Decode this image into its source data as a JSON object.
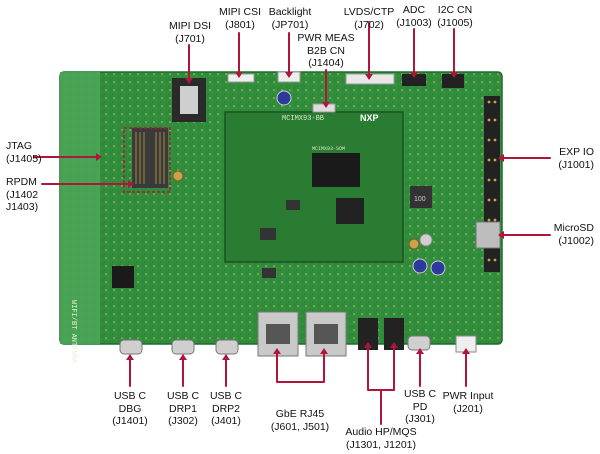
{
  "figure": {
    "board_silkscreen": "MCIMX93-BB",
    "som_silkscreen": "MCIMX93-SOM",
    "vendor_logo": "NXP",
    "antenna_label": "WIFI/BT ANTENNA",
    "inductor_marking": "100"
  },
  "callouts": {
    "mipi_dsi": {
      "name": "MIPI DSI",
      "ref": "(J701)"
    },
    "mipi_csi": {
      "name": "MIPI CSI",
      "ref": "(J801)"
    },
    "backlight": {
      "name": "Backlight",
      "ref": "(JP701)"
    },
    "lvds_ctp": {
      "name": "LVDS/CTP",
      "ref": "(J702)"
    },
    "pwr_meas": {
      "line1": "PWR MEAS",
      "line2": "B2B CN",
      "ref": "(J1404)"
    },
    "adc": {
      "name": "ADC",
      "ref": "(J1003)"
    },
    "i2c_cn": {
      "name": "I2C CN",
      "ref": "(J1005)"
    },
    "jtag": {
      "name": "JTAG",
      "ref": "(J1405)"
    },
    "rpdm": {
      "name": "RPDM",
      "ref1": "(J1402",
      "ref2": "J1403)"
    },
    "exp_io": {
      "name": "EXP IO",
      "ref": "(J1001)"
    },
    "microsd": {
      "name": "MicroSD",
      "ref": "(J1002)"
    },
    "usbc_dbg": {
      "line1": "USB C",
      "line2": "DBG",
      "ref": "(J1401)"
    },
    "usbc_drp1": {
      "line1": "USB C",
      "line2": "DRP1",
      "ref": "(J302)"
    },
    "usbc_drp2": {
      "line1": "USB C",
      "line2": "DRP2",
      "ref": "(J401)"
    },
    "gbe_rj45": {
      "name": "GbE RJ45",
      "ref": "(J601, J501)"
    },
    "audio": {
      "name": "Audio HP/MQS",
      "ref": "(J1301, J1201)"
    },
    "usbc_pd": {
      "line1": "USB C",
      "line2": "PD",
      "ref": "(J301)"
    },
    "pwr_input": {
      "name": "PWR Input",
      "ref": "(J201)"
    }
  },
  "colors": {
    "callout": "#b0163a",
    "pcb": "#2f8a3a",
    "pcb_dark": "#1f6a2c",
    "antenna_area": "#4aa556",
    "som": "#2b7c33"
  }
}
